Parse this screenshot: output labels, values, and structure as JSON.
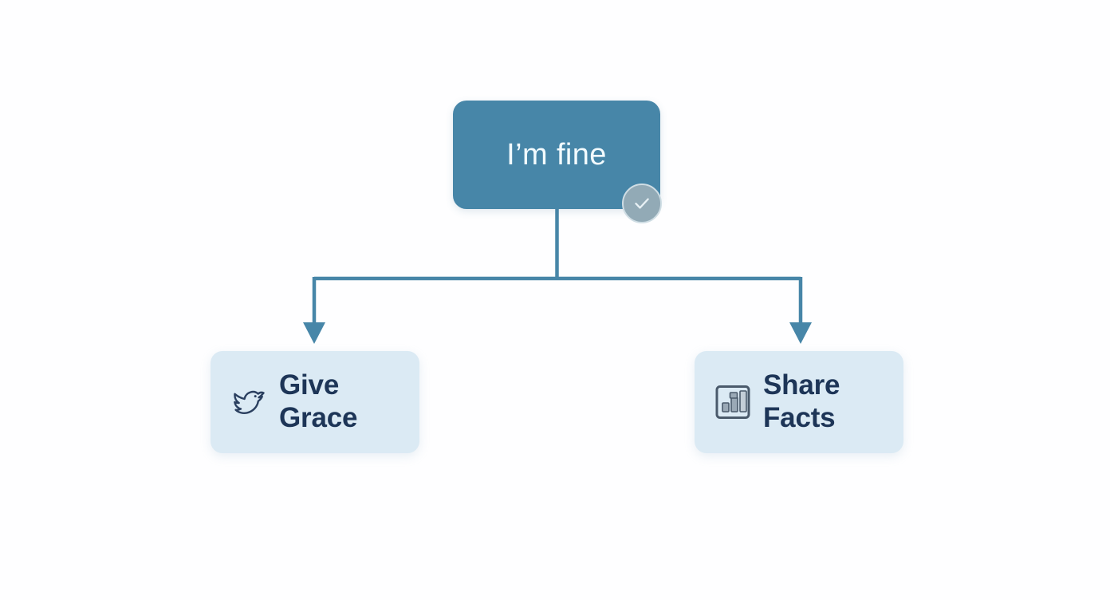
{
  "diagram": {
    "type": "flowchart",
    "title": "I'm fine",
    "background_color": "#fefeff",
    "connector_color": "#4786a8"
  },
  "root": {
    "label": "I’m fine",
    "fill_color": "#4786a8",
    "text_color": "#f2fbff",
    "badge": {
      "icon": "check-circle-icon",
      "circle_color": "#92aab6",
      "check_color": "#e8f1f5"
    }
  },
  "children": [
    {
      "id": "give-grace",
      "label": "Give\nGrace",
      "icon": "bird-icon",
      "fill_color": "#dbeaf4",
      "text_color": "#1d3557",
      "icon_color": "#2a3f5f"
    },
    {
      "id": "share-facts",
      "label": "Share\nFacts",
      "icon": "bar-chart-icon",
      "fill_color": "#dbeaf4",
      "text_color": "#1d3557",
      "icon_color": "#5a6b7c"
    }
  ],
  "connectors": [
    {
      "from": "root",
      "to": "give-grace",
      "style": "elbow-arrow",
      "color": "#4786a8"
    },
    {
      "from": "root",
      "to": "share-facts",
      "style": "elbow-arrow",
      "color": "#4786a8"
    }
  ]
}
